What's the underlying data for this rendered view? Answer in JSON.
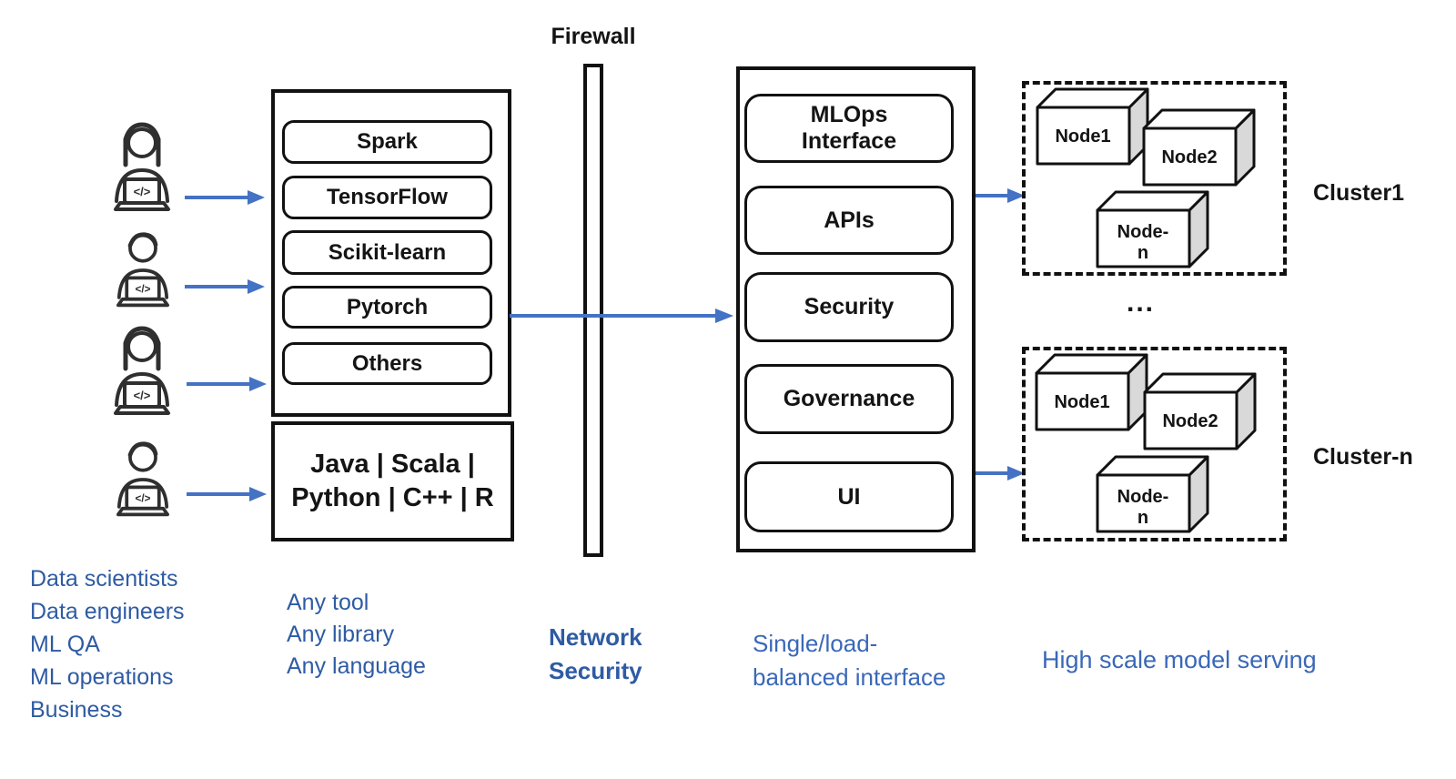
{
  "colors": {
    "arrow_blue": "#4472c4",
    "caption_blue_dark": "#2e5ba3",
    "caption_blue_light": "#3a68b8",
    "node_side_gray": "#d9d9d9",
    "stroke_black": "#111111"
  },
  "users": {
    "laptop_glyph": "</>",
    "roles": [
      "Data scientists",
      "Data engineers",
      "ML QA",
      "ML operations",
      "Business"
    ]
  },
  "tools_box": {
    "items": [
      "Spark",
      "TensorFlow",
      "Scikit-learn",
      "Pytorch",
      "Others"
    ],
    "caption": [
      "Any tool",
      "Any library",
      "Any language"
    ]
  },
  "languages_box": {
    "lines": [
      "Java | Scala |",
      "Python | C++ | R"
    ]
  },
  "firewall": {
    "title": "Firewall",
    "caption": [
      "Network",
      "Security"
    ]
  },
  "platform_box": {
    "items": [
      [
        "MLOps",
        "Interface"
      ],
      [
        "APIs"
      ],
      [
        "Security"
      ],
      [
        "Governance"
      ],
      [
        "UI"
      ]
    ],
    "caption": [
      "Single/load-",
      "balanced interface"
    ]
  },
  "clusters": {
    "ellipsis": "...",
    "caption": "High scale model serving",
    "cluster1": {
      "label": "Cluster1",
      "nodes": [
        [
          "Node1"
        ],
        [
          "Node2"
        ],
        [
          "Node-",
          "n"
        ]
      ]
    },
    "cluster_n": {
      "label": "Cluster-n",
      "nodes": [
        [
          "Node1"
        ],
        [
          "Node2"
        ],
        [
          "Node-",
          "n"
        ]
      ]
    }
  }
}
